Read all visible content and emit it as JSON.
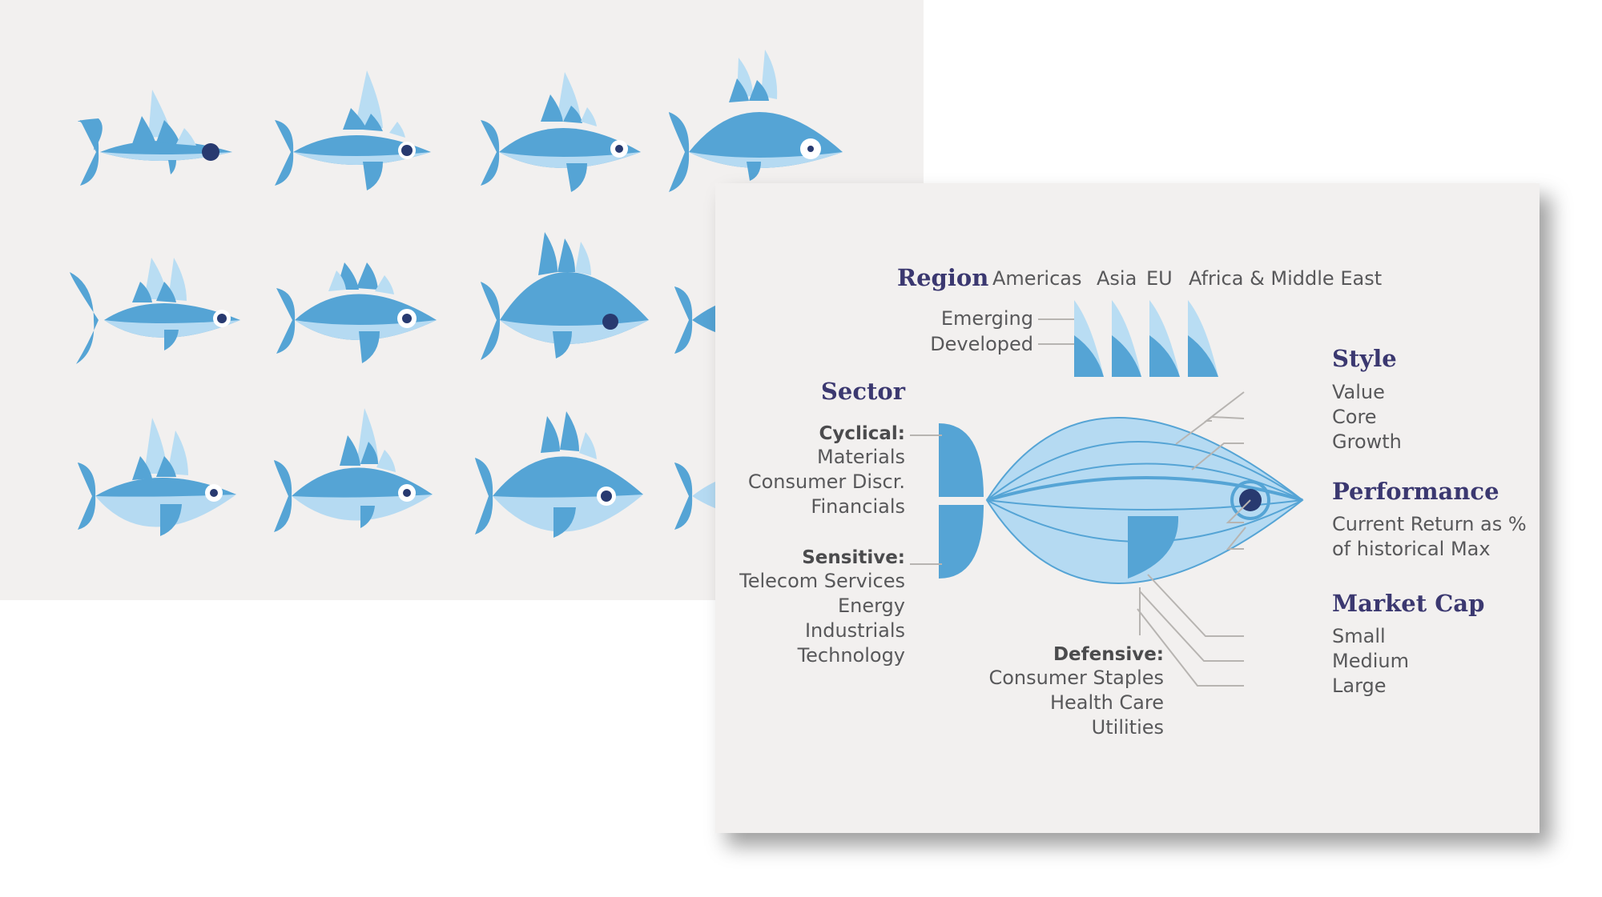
{
  "colors": {
    "body_dark": "#55a4d5",
    "body_light": "#b5daf2",
    "fin_light": "#b9ddf3",
    "eye": "#283a70",
    "heading": "#3b3870",
    "leader": "#b7b4b1"
  },
  "legend": {
    "region": {
      "title": "Region",
      "items": [
        "Americas",
        "Asia",
        "EU",
        "Africa & Middle East"
      ],
      "emerging": "Emerging",
      "developed": "Developed"
    },
    "sector": {
      "title": "Sector",
      "cyclical": {
        "title": "Cyclical:",
        "items": [
          "Materials",
          "Consumer Discr.",
          "Financials"
        ]
      },
      "sensitive": {
        "title": "Sensitive:",
        "items": [
          "Telecom Services",
          "Energy",
          "Industrials",
          "Technology"
        ]
      },
      "defensive": {
        "title": "Defensive:",
        "items": [
          "Consumer Staples",
          "Health Care",
          "Utilities"
        ]
      }
    },
    "style": {
      "title": "Style",
      "items": [
        "Value",
        "Core",
        "Growth"
      ]
    },
    "performance": {
      "title": "Performance",
      "lines": [
        "Current Return as %",
        "of historical Max"
      ]
    },
    "market_cap": {
      "title": "Market Cap",
      "items": [
        "Small",
        "Medium",
        "Large"
      ]
    }
  }
}
